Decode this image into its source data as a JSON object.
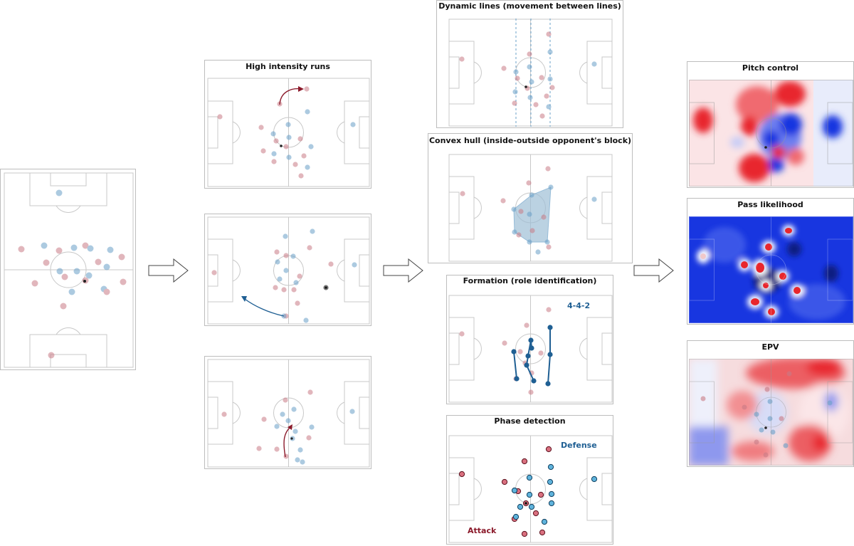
{
  "colors": {
    "attack": "#c97b86",
    "defense": "#6aa0c8",
    "attack_dark": "#8b1a2b",
    "defense_dark": "#1f5f93",
    "formation": "#1f5f93",
    "pitch_line": "#c8c8c8",
    "panel_border": "#bdbdbd",
    "hull_fill": "#9fbfd6",
    "heat_red": "#e8262d",
    "heat_blue": "#1836e0"
  },
  "stages": {
    "input": {
      "title": ""
    },
    "events": [
      {
        "title": "High intensity runs"
      },
      {
        "title": ""
      },
      {
        "title": ""
      }
    ],
    "context": [
      {
        "title": "Dynamic lines (movement between lines)"
      },
      {
        "title": "Convex hull (inside-outside opponent's block)"
      },
      {
        "title": "Formation (role identification)",
        "annotation": "4-4-2"
      },
      {
        "title": "Phase detection",
        "annotation_defense": "Defense",
        "annotation_attack": "Attack"
      }
    ],
    "models": [
      {
        "title": "Pitch control",
        "icon": "heatmap-red-blue"
      },
      {
        "title": "Pass likelihood",
        "icon": "heatmap-blue-dominant"
      },
      {
        "title": "EPV",
        "icon": "heatmap-red-dominant"
      }
    ]
  },
  "flow_arrows": [
    "stage-arrow",
    "stage-arrow",
    "stage-arrow"
  ]
}
